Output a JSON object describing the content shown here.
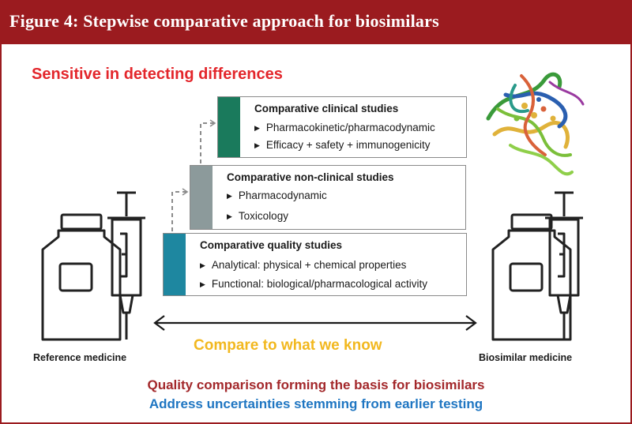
{
  "header": {
    "title": "Figure 4: Stepwise comparative approach for biosimilars"
  },
  "sensitive_label": "Sensitive in detecting differences",
  "studies": [
    {
      "title": "Comparative clinical studies",
      "color": "#1a7a5c",
      "items": [
        "Pharmacokinetic/pharmacodynamic",
        "Efficacy + safety + immunogenicity"
      ]
    },
    {
      "title": "Comparative non-clinical studies",
      "color": "#8c9a9b",
      "items": [
        "Pharmacodynamic",
        "Toxicology"
      ]
    },
    {
      "title": "Comparative quality studies",
      "color": "#1e87a0",
      "items": [
        "Analytical: physical + chemical properties",
        "Functional: biological/pharmacological activity"
      ]
    }
  ],
  "compare_label": "Compare to what we know",
  "reference_label": "Reference medicine",
  "biosimilar_label": "Biosimilar medicine",
  "bottom_lines": {
    "quality": "Quality comparison forming the basis for biosimilars",
    "address": "Address uncertainties stemming from earlier testing"
  },
  "colors": {
    "header_bg": "#9b1b1f",
    "sensitive_text": "#e3262b",
    "compare_text": "#f2b81f",
    "quality_text": "#a3282b",
    "address_text": "#1f76c2"
  }
}
